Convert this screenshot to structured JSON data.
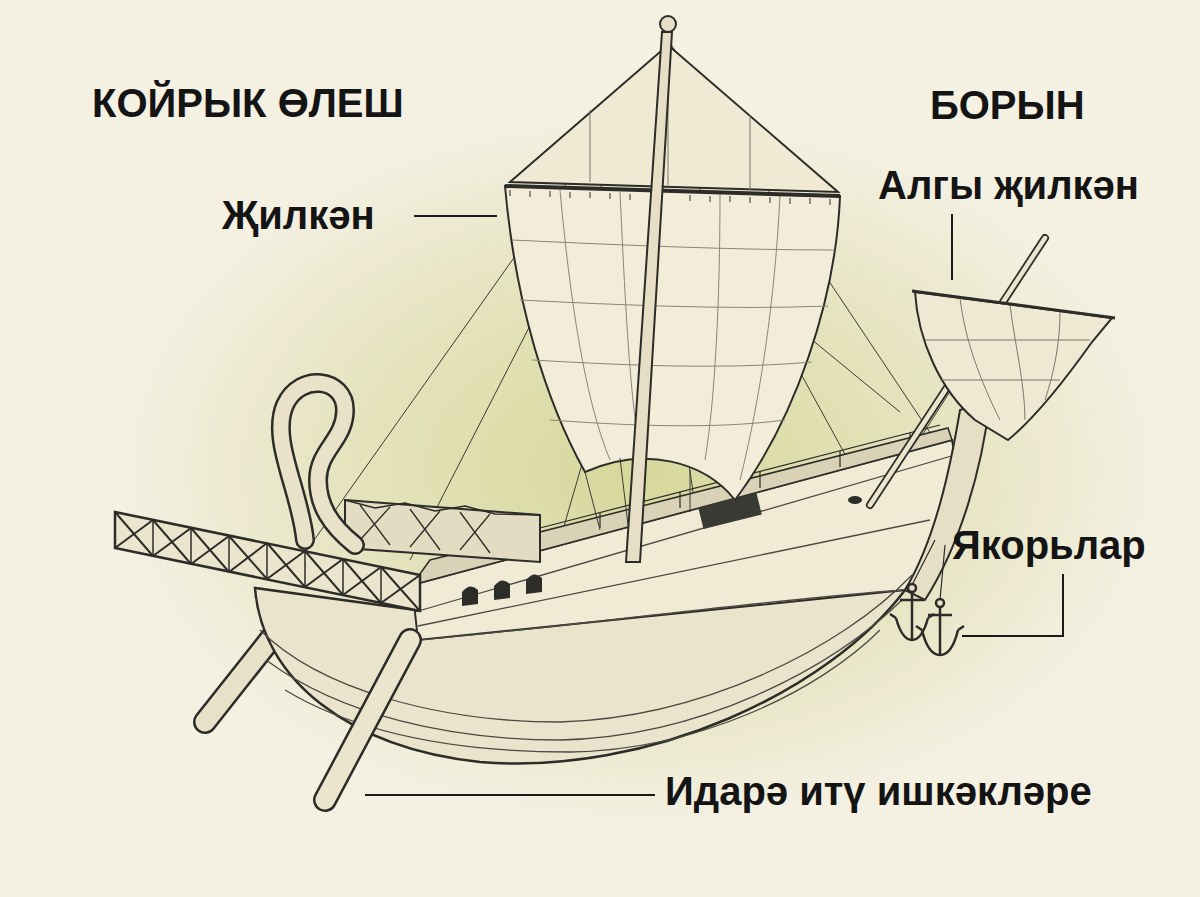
{
  "diagram": {
    "labels": [
      "КОЙРЫК ӨЛЕШ",
      "БОРЫН",
      "Җилкән",
      "Алгы җилкән",
      "Якорьлар",
      "Идарә итү ишкәкләре"
    ]
  }
}
